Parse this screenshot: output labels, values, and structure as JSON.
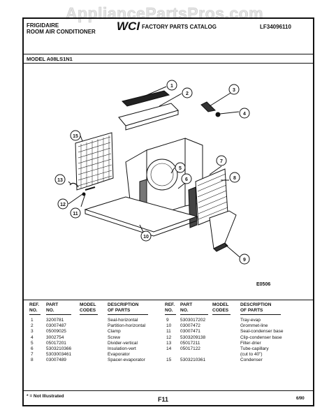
{
  "watermark": "AppliancePartsPros.com",
  "header": {
    "brand": "FRIGIDAIRE",
    "product": "ROOM AIR CONDITIONER",
    "logo": "WCI",
    "catalog": "FACTORY PARTS CATALOG",
    "catalog_no": "LF34096110",
    "model": "MODEL A08LS1N1"
  },
  "diagram": {
    "callouts": [
      "1",
      "2",
      "3",
      "4",
      "5",
      "6",
      "7",
      "8",
      "9",
      "10",
      "11",
      "12",
      "13",
      "15"
    ],
    "code": "E0506"
  },
  "table": {
    "headers": {
      "ref": [
        "REF.",
        "NO."
      ],
      "part": [
        "PART",
        "NO."
      ],
      "model": [
        "MODEL",
        "CODES"
      ],
      "desc": [
        "DESCRIPTION",
        "OF PARTS"
      ]
    },
    "left": {
      "ref": [
        "1",
        "2",
        "3",
        "4",
        "5",
        "6",
        "7",
        "8"
      ],
      "part": [
        "3200781",
        "03007487",
        "05009025",
        "3002754",
        "05017201",
        "5303210366",
        "5303003461",
        "03007489"
      ],
      "desc": [
        "Seal-horizontal",
        "Partition-horizontal",
        "Clamp",
        "Screw",
        "Divider-vertical",
        "Insulation-vert",
        "Evaporator",
        "Spacer-evaporator"
      ]
    },
    "right": {
      "ref": [
        "9",
        "10",
        "11",
        "12",
        "13",
        "14",
        "",
        "15"
      ],
      "part": [
        "5303017202",
        "03007472",
        "03007471",
        "5303209138",
        "05017211",
        "05017122",
        "",
        "5303210361"
      ],
      "desc": [
        "Tray-evap",
        "Grommet-line",
        "Seal-condenser base",
        "Clip-condenser base",
        "Filter-drier",
        "Tube-capillary",
        "(cut to 40\")",
        "Condenser"
      ]
    }
  },
  "footer": {
    "note": "* = Not Illustrated",
    "page": "F11",
    "date": "6/90"
  }
}
